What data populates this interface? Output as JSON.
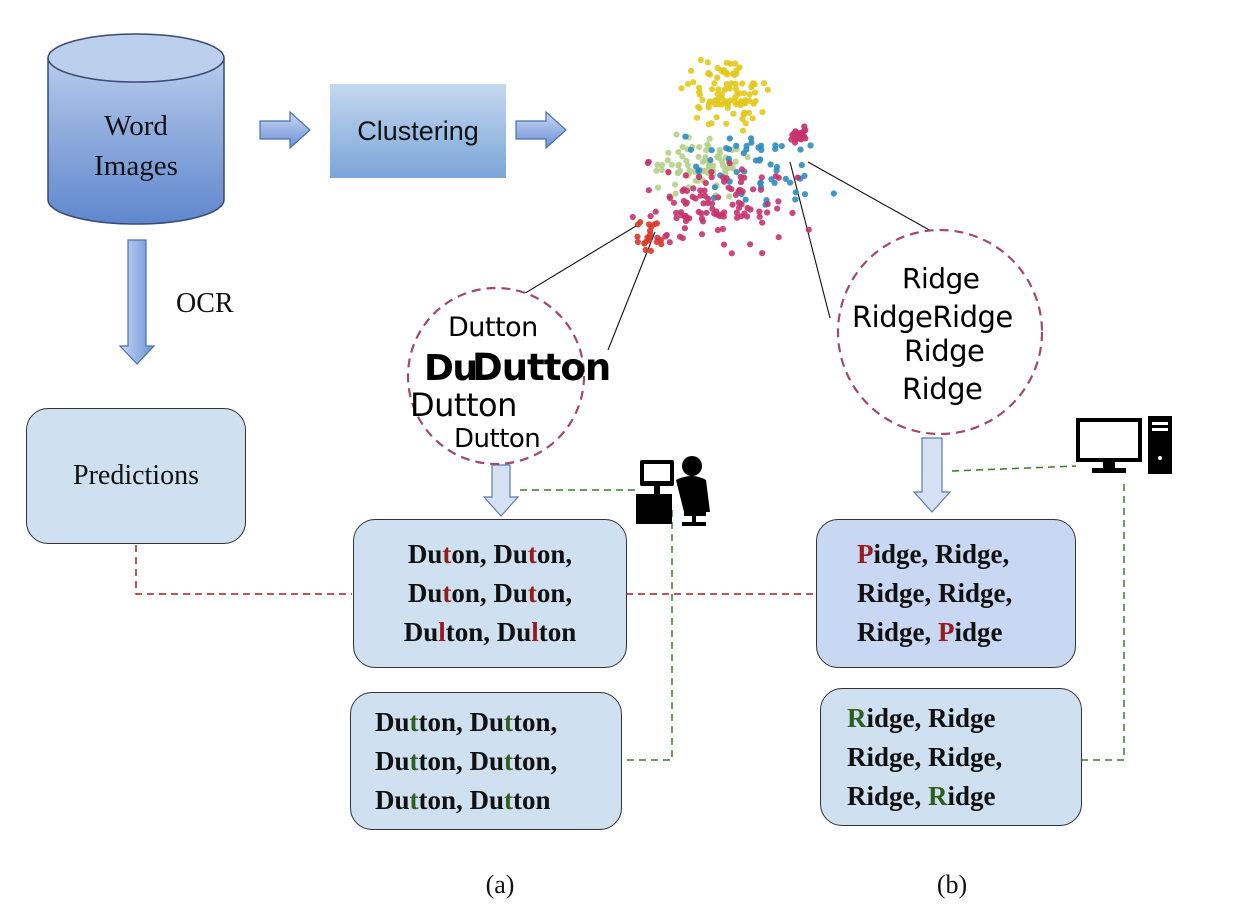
{
  "colors": {
    "db_top": "#b7cbec",
    "db_bottom": "#5f86cc",
    "box_fill": "#cfe0f1",
    "box_fill_alt": "#c9d8f2",
    "red_dash": "#a32020",
    "green_dash": "#3d7a2d",
    "circle_dash": "#a0496e",
    "highlight_red": "#9a1b1b",
    "highlight_green": "#2f5f1c",
    "cluster_colors": [
      "#e3c81a",
      "#b5d08c",
      "#2d8cc1",
      "#c7336e",
      "#d83a2a"
    ]
  },
  "database": {
    "line1": "Word",
    "line2": "Images"
  },
  "clustering": {
    "label": "Clustering"
  },
  "ocr": {
    "label": "OCR"
  },
  "predictions": {
    "label": "Predictions"
  },
  "cluster_a_words": [
    "Dutton",
    "Du",
    "Dutton",
    "Dutton",
    "Dutton"
  ],
  "cluster_b_words": [
    "Ridge",
    "RidgeRidge",
    "Ridge",
    "Ridge"
  ],
  "result_a_ocr": [
    [
      {
        "t": "Du"
      },
      {
        "t": "t",
        "hl": "red"
      },
      {
        "t": "on, Du"
      },
      {
        "t": "t",
        "hl": "red"
      },
      {
        "t": "on,"
      }
    ],
    [
      {
        "t": "Du"
      },
      {
        "t": "t",
        "hl": "red"
      },
      {
        "t": "on, Du"
      },
      {
        "t": "t",
        "hl": "red"
      },
      {
        "t": "on,"
      }
    ],
    [
      {
        "t": "Du"
      },
      {
        "t": "l",
        "hl": "red"
      },
      {
        "t": "ton, Du"
      },
      {
        "t": "l",
        "hl": "red"
      },
      {
        "t": "ton"
      }
    ]
  ],
  "result_a_corrected": [
    [
      {
        "t": "Du"
      },
      {
        "t": "t",
        "hl": "green"
      },
      {
        "t": "ton, Du"
      },
      {
        "t": "t",
        "hl": "green"
      },
      {
        "t": "ton,"
      }
    ],
    [
      {
        "t": "Du"
      },
      {
        "t": "t",
        "hl": "green"
      },
      {
        "t": "ton, Du"
      },
      {
        "t": "t",
        "hl": "green"
      },
      {
        "t": "ton,"
      }
    ],
    [
      {
        "t": "Du"
      },
      {
        "t": "t",
        "hl": "green"
      },
      {
        "t": "ton, Du"
      },
      {
        "t": "t",
        "hl": "green"
      },
      {
        "t": "ton"
      }
    ]
  ],
  "result_b_ocr": [
    [
      {
        "t": "P",
        "hl": "red"
      },
      {
        "t": "idge, Ridge,"
      }
    ],
    [
      {
        "t": "Ridge, Ridge,"
      }
    ],
    [
      {
        "t": "Ridge, "
      },
      {
        "t": "P",
        "hl": "red"
      },
      {
        "t": "idge"
      }
    ]
  ],
  "result_b_corrected": [
    [
      {
        "t": "R",
        "hl": "green"
      },
      {
        "t": "idge, Ridge"
      }
    ],
    [
      {
        "t": "Ridge, Ridge,"
      }
    ],
    [
      {
        "t": "Ridge, "
      },
      {
        "t": "R",
        "hl": "green"
      },
      {
        "t": "idge"
      }
    ]
  ],
  "labels": {
    "a": "(a)",
    "b": "(b)"
  },
  "icons": {
    "human": "human-annotator-icon",
    "computer": "desktop-computer-icon"
  }
}
